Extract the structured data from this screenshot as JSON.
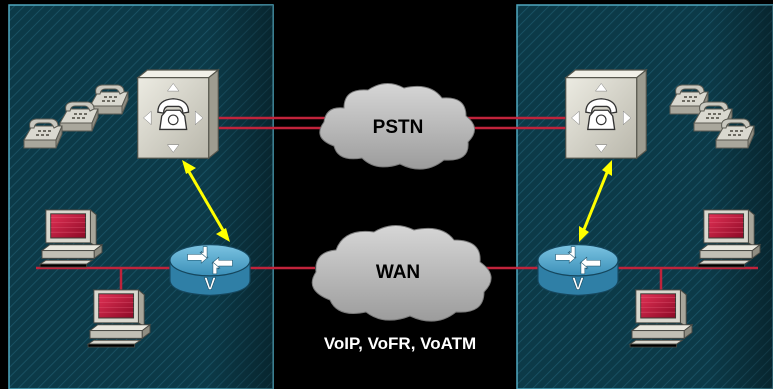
{
  "clouds": {
    "pstn": {
      "label": "PSTN"
    },
    "wan": {
      "label": "WAN",
      "caption": "VoIP, VoFR, VoATM"
    }
  },
  "sites": [
    {
      "side": "left",
      "phones": 3,
      "pcs": 2
    },
    {
      "side": "right",
      "phones": 3,
      "pcs": 2
    }
  ],
  "devices": {
    "pbx": {
      "icon": "pbx-phone-switch-icon"
    },
    "router": {
      "icon": "voice-router-icon",
      "mark": "V"
    },
    "phone": {
      "icon": "telephone-icon"
    },
    "pc": {
      "icon": "desktop-computer-icon"
    }
  },
  "colors": {
    "background": "#000000",
    "site_panel": "#0c3a48",
    "site_border": "#4fa8c0",
    "trunk_line": "#c0233b",
    "link_arrow": "#ffff00",
    "cloud": "#b9b9b9",
    "router": "#4aa3c8",
    "pc_screen": "#c8103a",
    "label_text": "#000000",
    "caption_text": "#ffffff"
  }
}
